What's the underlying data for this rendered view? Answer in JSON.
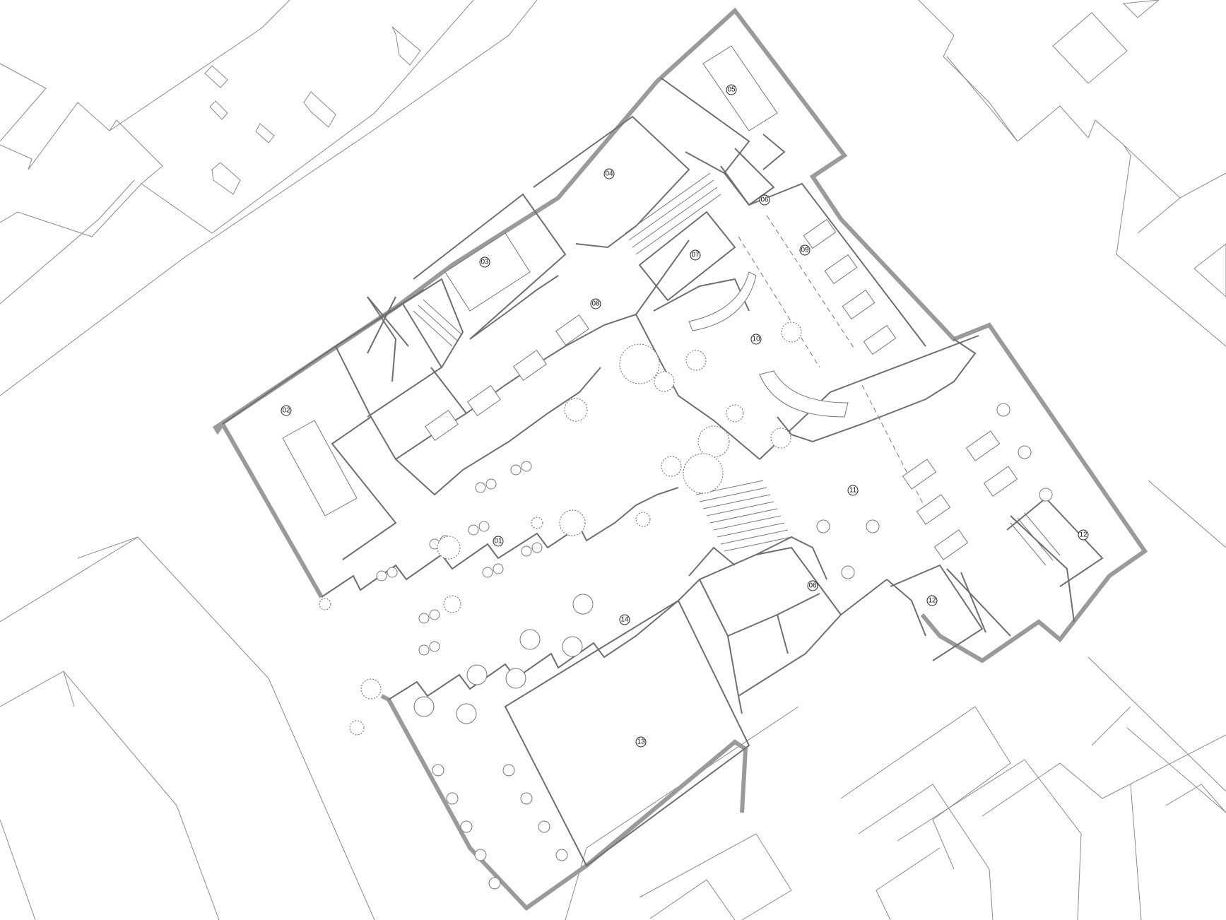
{
  "room_tags": [
    "01",
    "02",
    "03",
    "04",
    "05",
    "06",
    "06",
    "07",
    "08",
    "09",
    "10",
    "11",
    "12",
    "12",
    "13",
    "14"
  ]
}
